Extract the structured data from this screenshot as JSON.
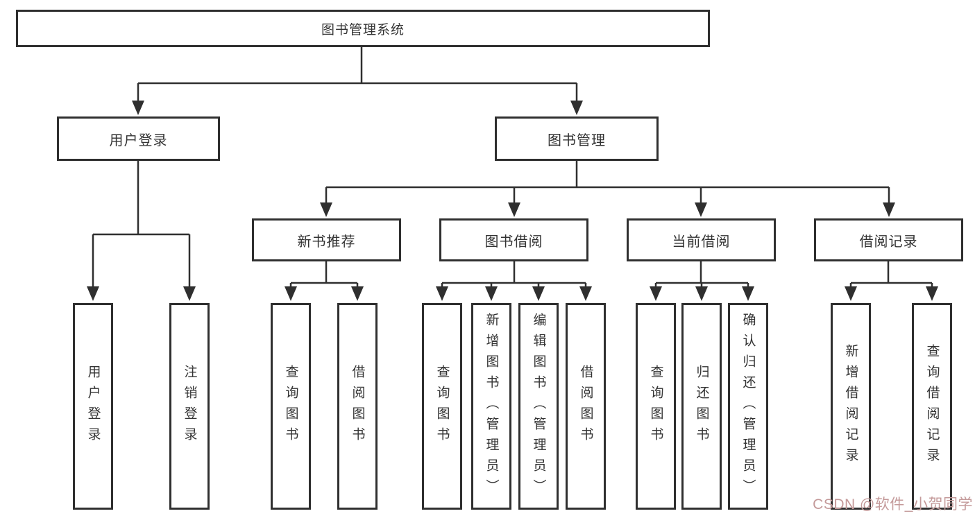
{
  "diagram": {
    "root": {
      "label": "图书管理系统"
    },
    "user_login": {
      "label": "用户登录",
      "children": [
        {
          "label": "用户登录"
        },
        {
          "label": "注销登录"
        }
      ]
    },
    "book_mgmt": {
      "label": "图书管理",
      "sections": [
        {
          "label": "新书推荐",
          "children": [
            {
              "label": "查询图书"
            },
            {
              "label": "借阅图书"
            }
          ]
        },
        {
          "label": "图书借阅",
          "children": [
            {
              "label": "查询图书"
            },
            {
              "label": "新增图书（管理员）"
            },
            {
              "label": "编辑图书（管理员）"
            },
            {
              "label": "借阅图书"
            }
          ]
        },
        {
          "label": "当前借阅",
          "children": [
            {
              "label": "查询图书"
            },
            {
              "label": "归还图书"
            },
            {
              "label": "确认归还（管理员）"
            }
          ]
        },
        {
          "label": "借阅记录",
          "children": [
            {
              "label": "新增借阅记录"
            },
            {
              "label": "查询借阅记录"
            }
          ]
        }
      ]
    }
  },
  "watermark": {
    "text": "CSDN @软件_小贺同学"
  },
  "colors": {
    "line": "#2f2f2f",
    "text": "#333333",
    "watermark": "#c49a9a",
    "background": "#ffffff"
  }
}
